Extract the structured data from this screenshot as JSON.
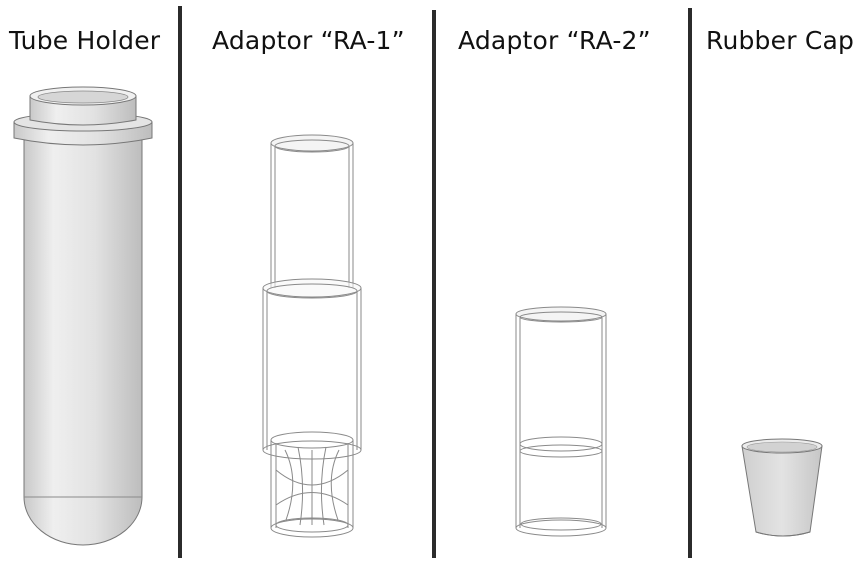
{
  "labels": {
    "tube_holder": "Tube Holder",
    "adaptor_ra1": "Adaptor “RA-1”",
    "adaptor_ra2": "Adaptor “RA-2”",
    "rubber_cap": "Rubber Cap"
  },
  "colors": {
    "background": "#ffffff",
    "divider": "#2b2b2b",
    "tube_fill": "#e6e6e6",
    "tube_shade": "#cfcfcf",
    "outline": "#777777",
    "glass_line": "#8a8a8a",
    "cap_fill": "#d9d9d9"
  }
}
